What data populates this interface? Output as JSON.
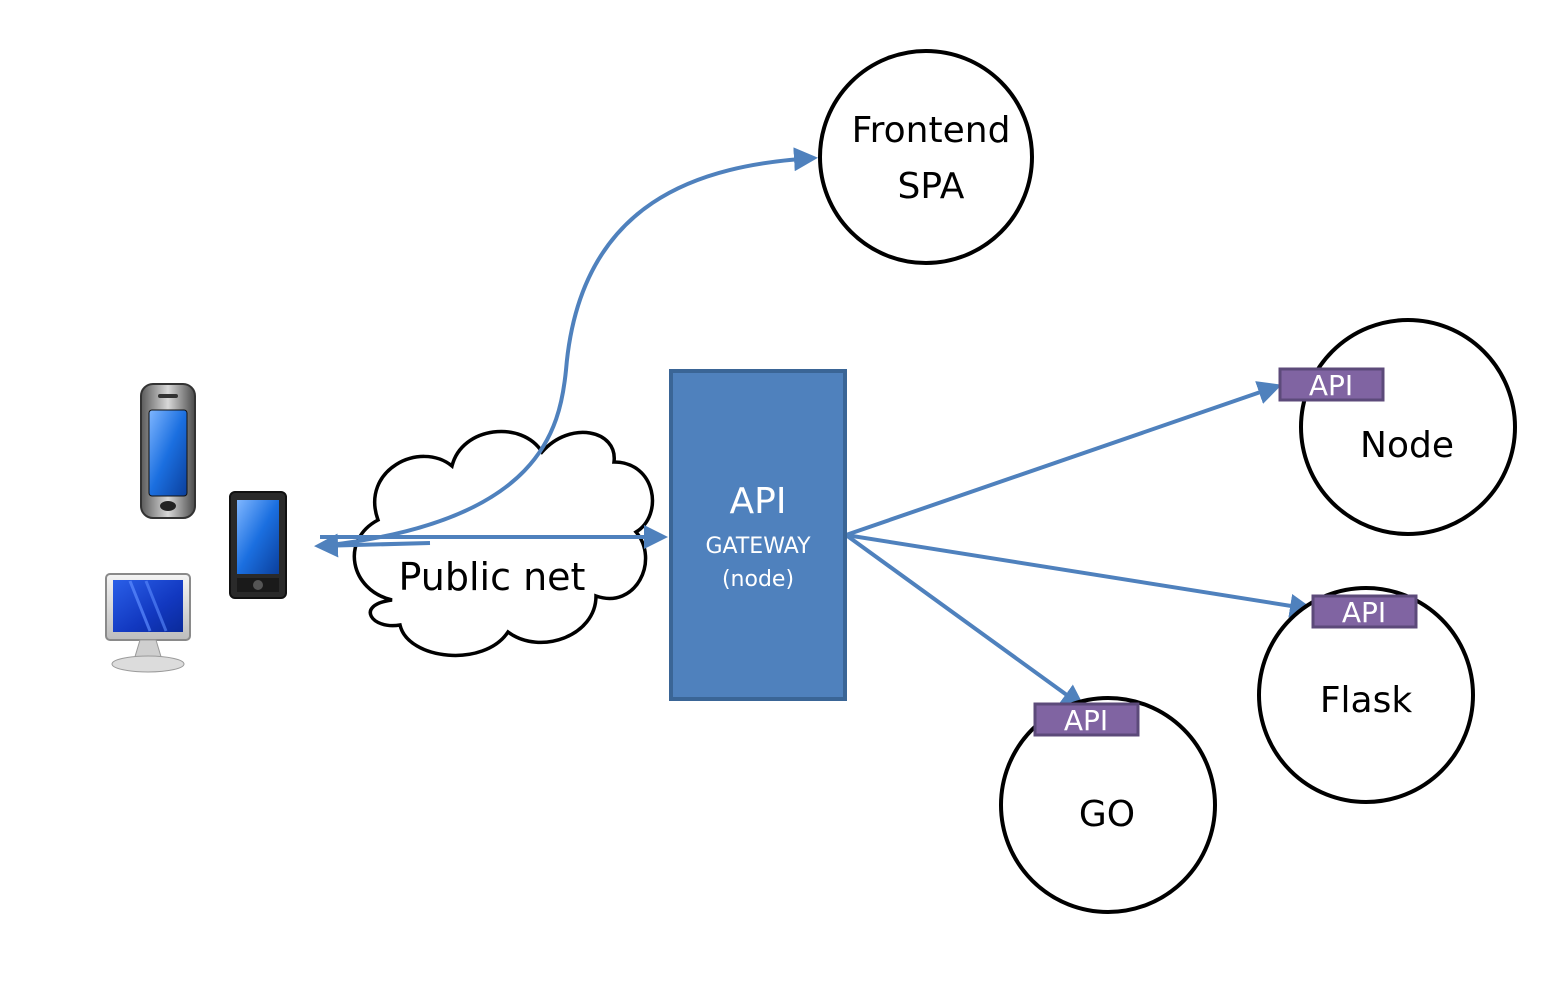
{
  "colors": {
    "arrow": "#4f81bd",
    "gateway_fill": "#4f81bd",
    "gateway_border": "#3a6596",
    "api_badge_fill": "#8064a2",
    "api_badge_border": "#5c4a7a",
    "circle_stroke": "#000000",
    "background": "#ffffff"
  },
  "clients": {
    "icons": [
      "mobile-phone-icon",
      "tablet-icon",
      "desktop-monitor-icon"
    ]
  },
  "cloud": {
    "label": "Public net"
  },
  "gateway": {
    "title": "API",
    "subtitle": "GATEWAY",
    "note": "(node)"
  },
  "frontend": {
    "line1": "Frontend",
    "line2": "SPA"
  },
  "services": {
    "node": {
      "label": "Node",
      "badge": "API"
    },
    "flask": {
      "label": "Flask",
      "badge": "API"
    },
    "go": {
      "label": "GO",
      "badge": "API"
    }
  }
}
